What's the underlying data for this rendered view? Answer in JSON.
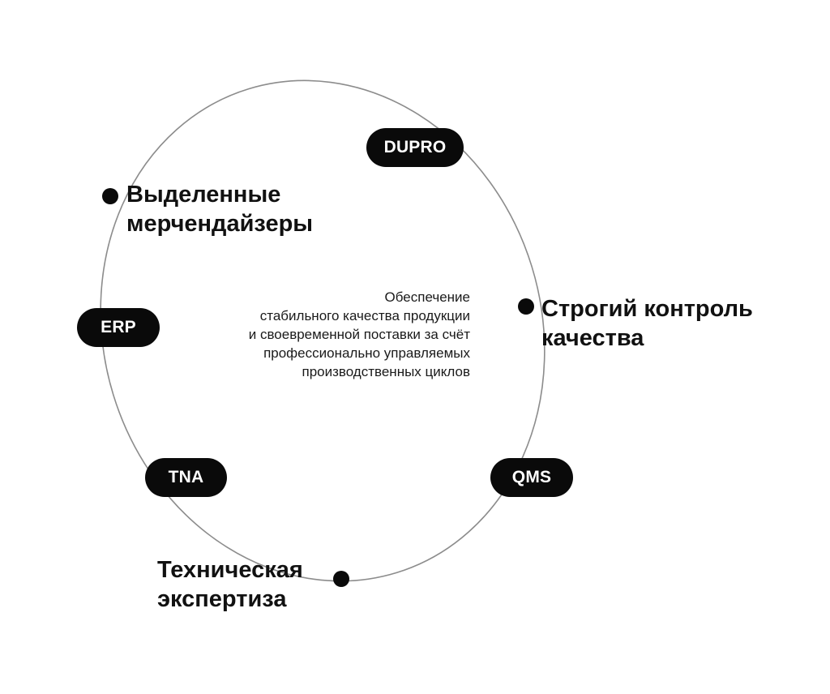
{
  "diagram": {
    "tags": [
      {
        "id": "dupro",
        "label": "DUPRO"
      },
      {
        "id": "erp",
        "label": "ERP"
      },
      {
        "id": "tna",
        "label": "TNA"
      },
      {
        "id": "qms",
        "label": "QMS"
      }
    ],
    "nodes": [
      {
        "id": "merchandisers",
        "lines": [
          "Выделенные",
          "мерчендайзеры"
        ]
      },
      {
        "id": "quality-control",
        "lines": [
          "Строгий контроль",
          "качества"
        ]
      },
      {
        "id": "technical-expertise",
        "lines": [
          "Техническая",
          "экспертиза"
        ]
      }
    ],
    "center_text": [
      "Обеспечение",
      "стабильного качества продукции",
      "и своевременной поставки за счёт",
      "профессионально управляемых",
      "производственных циклов"
    ],
    "colors": {
      "pill_background": "#0a0a0a",
      "pill_text": "#ffffff",
      "ring_stroke": "#8c8c8c",
      "text": "#111111"
    }
  }
}
